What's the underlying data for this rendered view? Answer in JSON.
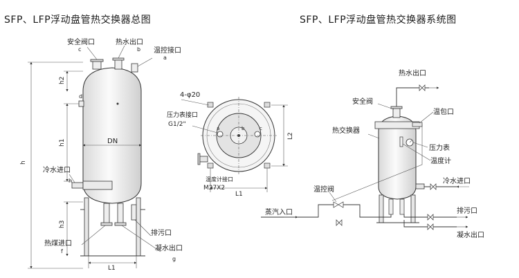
{
  "titles": {
    "left": "SFP、LFP浮动盘管热交换器总图",
    "right": "SFP、LFP浮动盘管热交换器系统图"
  },
  "left_diagram": {
    "labels": {
      "safety_valve_port": "安全阀口",
      "hot_water_out": "热水出口",
      "temp_control_port": "温控接口",
      "cold_water_in": "冷水进口",
      "heat_medium_in": "热煤进口",
      "sewage_port": "排污口",
      "condensate_out": "凝水出口",
      "dn": "DN"
    },
    "letters": {
      "a": "a",
      "b": "b",
      "c": "c",
      "d": "d",
      "f": "f",
      "g": "g",
      "h": "h"
    },
    "dims": {
      "h": "h",
      "h1": "h1",
      "h2": "h2",
      "h3": "h3",
      "l1": "L1"
    }
  },
  "middle_diagram": {
    "labels": {
      "holes": "4-φ20",
      "pressure_gauge_port": "压力表接口",
      "thread": "G1/2\"",
      "thermometer_port": "温度计接口",
      "bolt": "M27X2",
      "l1": "L1",
      "l2": "L2"
    },
    "letters": {
      "a": "a",
      "b": "b",
      "c": "c"
    }
  },
  "right_diagram": {
    "labels": {
      "hot_water_out": "热水出口",
      "safety_valve": "安全阀",
      "temp_bulb_port": "温包口",
      "heat_exchanger": "热交换器",
      "pressure_gauge": "压力表",
      "thermometer": "温度计",
      "temp_control_valve": "温控阀",
      "cold_water_in": "冷水进口",
      "steam_in": "蒸汽入口",
      "sewage_port": "排污口",
      "condensate_out": "凝水出口"
    }
  }
}
